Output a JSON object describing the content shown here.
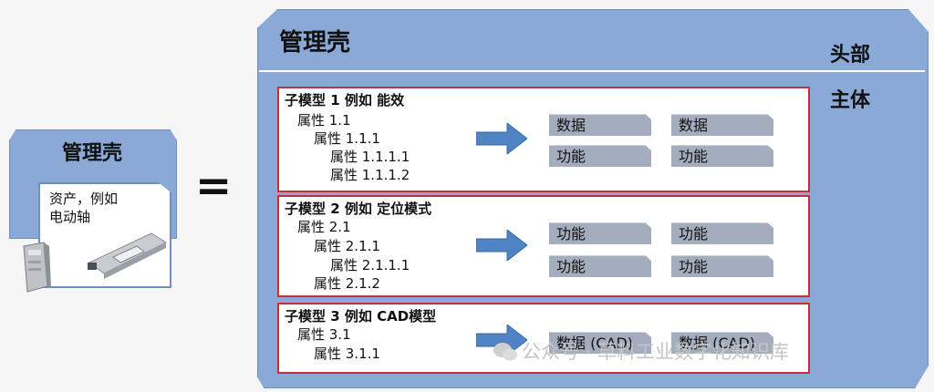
{
  "left_icon": {
    "title": "管理壳",
    "asset_text_line1": "资产，例如",
    "asset_text_line2": "电动轴"
  },
  "equals_sign": "=",
  "main": {
    "title": "管理壳",
    "label_head": "头部",
    "label_body": "主体",
    "submodels": [
      {
        "title": "子模型 1 例如 能效",
        "properties": [
          "属性 1.1",
          "属性 1.1.1",
          "属性 1.1.1.1",
          "属性 1.1.1.2"
        ],
        "chips": [
          "数据",
          "数据",
          "功能",
          "功能"
        ]
      },
      {
        "title": "子模型 2 例如 定位模式",
        "properties": [
          "属性 2.1",
          "属性 2.1.1",
          "属性 2.1.1.1",
          "属性 2.1.2"
        ],
        "chips": [
          "功能",
          "功能",
          "功能",
          "功能"
        ]
      },
      {
        "title": "子模型 3 例如 CAD模型",
        "properties": [
          "属性 3.1",
          "属性 3.1.1"
        ],
        "chips": [
          "数据 (CAD)",
          "数据 (CAD)"
        ]
      }
    ]
  },
  "watermark": "公众号 · 草料工业数字化知识库",
  "colors": {
    "shell_blue": "#8aa9d6",
    "submodel_border": "#c3303e",
    "chip_gray": "#a3adbd",
    "arrow_blue": "#4f84c4"
  }
}
